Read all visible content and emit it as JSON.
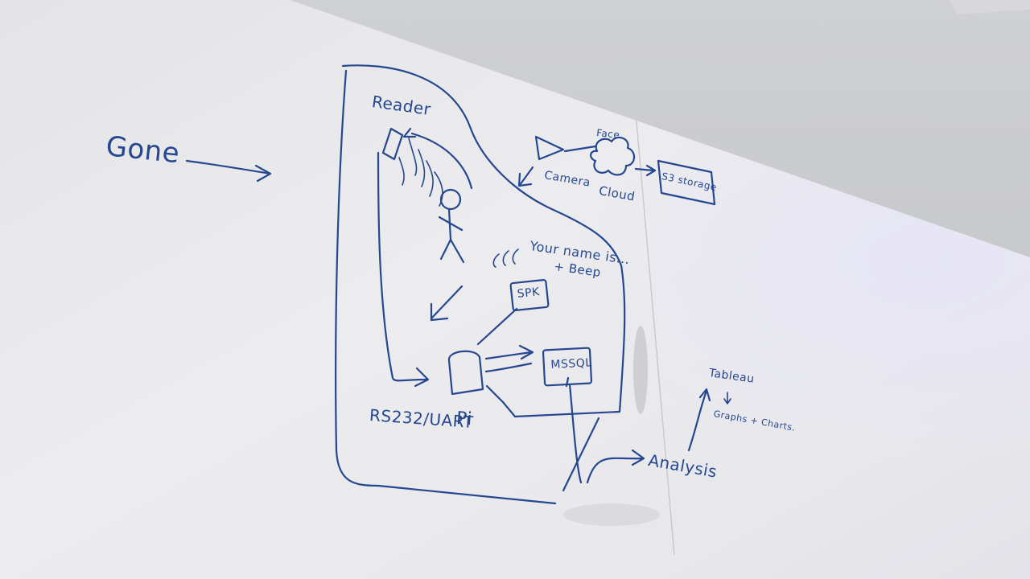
{
  "board": {
    "title_word": "Gone",
    "labels": {
      "reader": "Reader",
      "camera": "Camera",
      "face": "Face",
      "cloud": "Cloud",
      "s3_storage": "S3 storage",
      "your_name": "Your name is...",
      "beep": "+ Beep",
      "spk": "SPK",
      "mssql": "MSSQL",
      "rs232": "RS232/UART",
      "pi": "Pi",
      "tableau": "Tableau",
      "graphs": "Graphs + Charts.",
      "analysis": "Analysis"
    }
  },
  "colors": {
    "ink": "#24478f",
    "board": "#e6e7ea",
    "wall": "#c8c9cc"
  }
}
